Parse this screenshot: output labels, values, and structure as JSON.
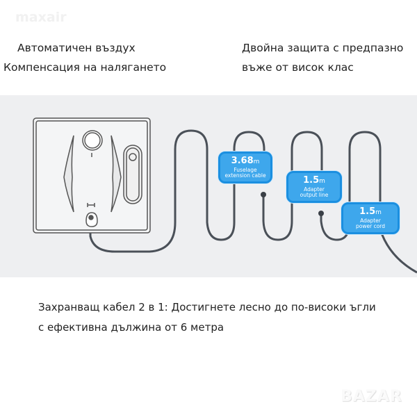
{
  "watermark": "maxair",
  "feature_left": {
    "line1": "Автоматичен въздух",
    "line2": "Компенсация на налягането"
  },
  "feature_right": {
    "line1": "Двойна защита с предпазно",
    "line2": "въже от висок клас"
  },
  "labels": [
    {
      "value": "3.68",
      "unit": "m",
      "desc1": "Fuselage",
      "desc2": "extension cable"
    },
    {
      "value": "1.5",
      "unit": "m",
      "desc1": "Adapter",
      "desc2": "output line"
    },
    {
      "value": "1.5",
      "unit": "m",
      "desc1": "Adapter",
      "desc2": "power cord"
    }
  ],
  "caption": {
    "line1": "Захранващ кабел 2 в 1: Достигнете лесно до по-високи ъгли",
    "line2": "с ефективна дължина от 6 метра"
  },
  "corner_logo": "BAZAR",
  "colors": {
    "accent": "#3ea7ec",
    "cable": "#4a5058",
    "band": "#eeeff1"
  }
}
